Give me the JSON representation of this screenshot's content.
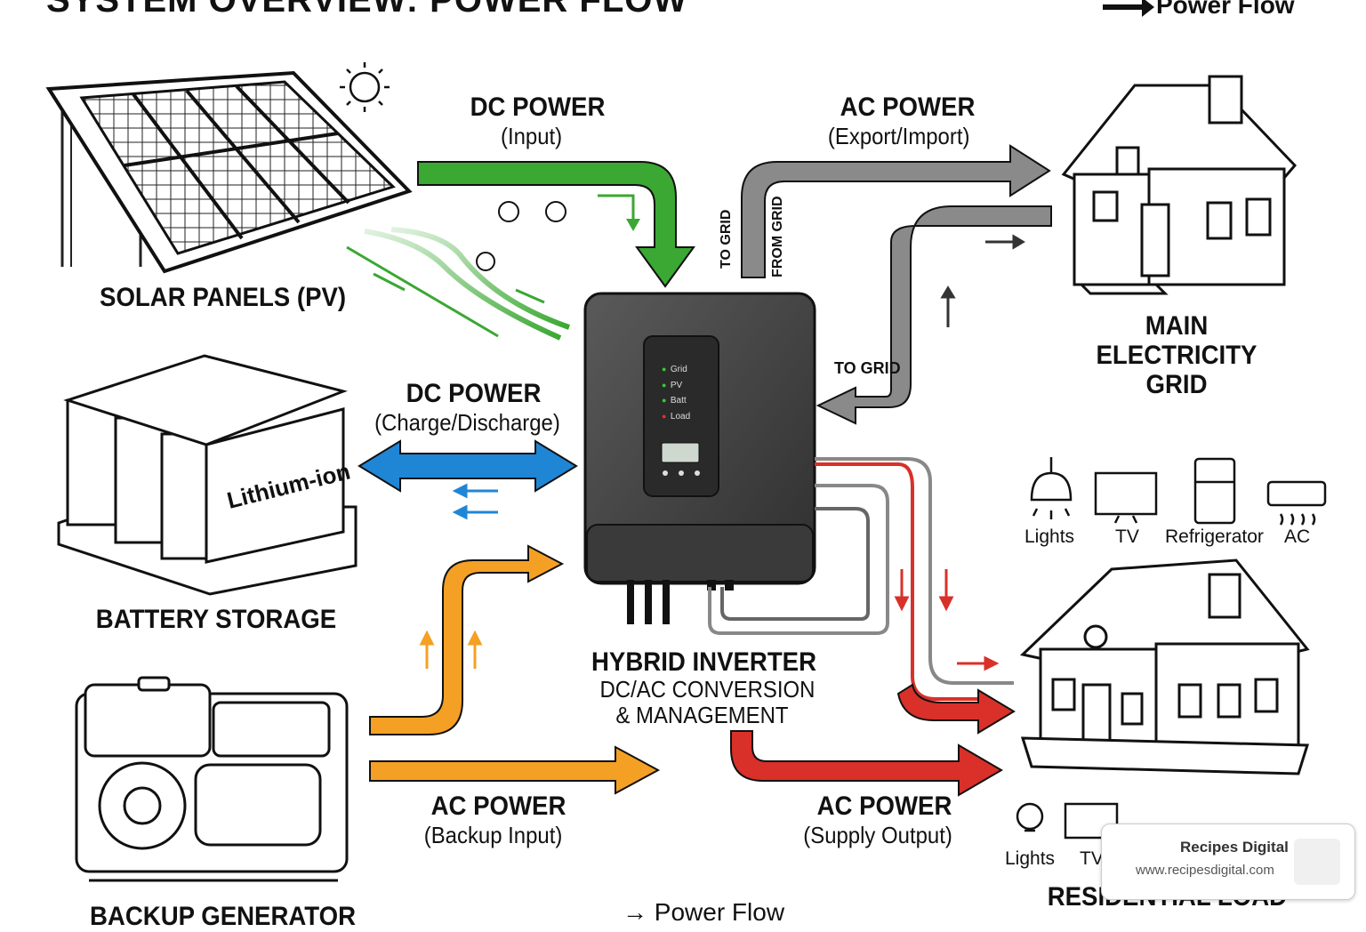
{
  "title": "SYSTEM OVERVIEW: POWER FLOW",
  "legend_top": "Power Flow",
  "legend_bottom": "Power Flow",
  "components": {
    "solar": "SOLAR PANELS (PV)",
    "battery": "BATTERY STORAGE",
    "battery_text": "Lithium-ion",
    "generator": "BACKUP GENERATOR",
    "grid": "MAIN ELECTRICITY GRID",
    "residential": "RESIDENTIAL LOAD",
    "inverter": "HYBRID INVERTER",
    "inverter_sub1": "DC/AC CONVERSION",
    "inverter_sub2": "& MANAGEMENT"
  },
  "flows": {
    "dc_input_title": "DC POWER",
    "dc_input_sub": "(Input)",
    "ac_export_title": "AC POWER",
    "ac_export_sub": "(Export/Import)",
    "dc_battery_title": "DC POWER",
    "dc_battery_sub": "(Charge/Discharge)",
    "ac_backup_title": "AC POWER",
    "ac_backup_sub": "(Backup Input)",
    "ac_supply_title": "AC POWER",
    "ac_supply_sub": "(Supply Output)",
    "to_grid_vertical": "TO GRID",
    "from_grid_vertical": "FROM GRID",
    "to_grid": "TO GRID"
  },
  "inverter_panel": {
    "leds": [
      "Grid",
      "PV",
      "Batt",
      "Load"
    ],
    "led_colors": [
      "#37c837",
      "#37c837",
      "#37c837",
      "#e03030"
    ]
  },
  "appliances_top": [
    "Lights",
    "TV",
    "Refrigerator",
    "AC"
  ],
  "appliances_bottom": [
    "Lights",
    "TV"
  ],
  "watermark": {
    "title": "Recipes Digital",
    "url": "www.recipesdigital.com"
  },
  "colors": {
    "dc_input": "#3aa832",
    "ac_grid": "#8a8a8a",
    "dc_battery": "#1f86d6",
    "ac_backup": "#f4a024",
    "ac_supply": "#d9302a"
  }
}
